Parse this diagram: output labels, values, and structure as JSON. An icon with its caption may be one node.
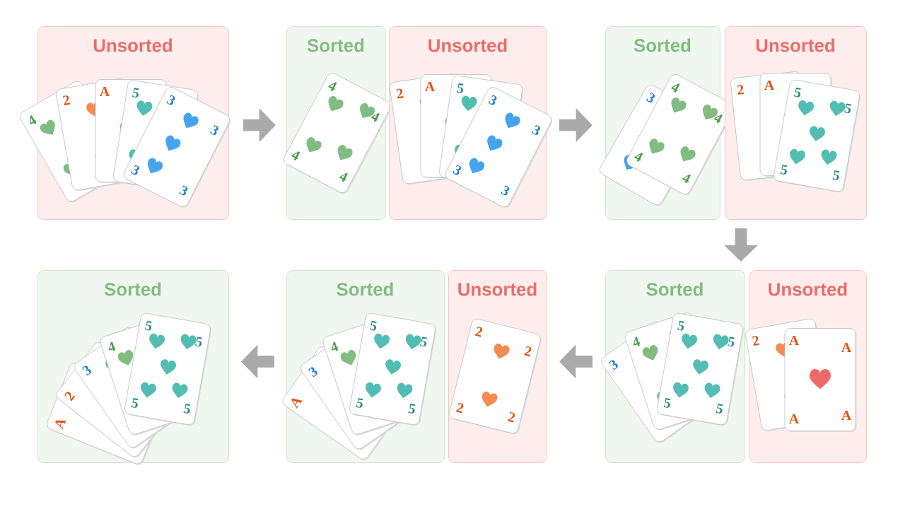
{
  "diagram": {
    "nodes": [
      {
        "text": [
          "Unsorted",
          "4",
          "2",
          "A",
          "5",
          "3",
          "3",
          "3",
          "3"
        ]
      },
      {
        "text": [
          "Sorted",
          "4",
          "4",
          "4",
          "4"
        ]
      },
      {
        "text": [
          "Unsorted",
          "2",
          "A",
          "5",
          "3",
          "3",
          "3",
          "3"
        ]
      },
      {
        "text": [
          "Sorted",
          "3",
          "4",
          "4",
          "4",
          "4"
        ]
      },
      {
        "text": [
          "Unsorted",
          "2",
          "A",
          "5",
          "5",
          "5",
          "5"
        ]
      },
      {
        "text": [
          "Sorted",
          "A",
          "2",
          "3",
          "4",
          "5",
          "5",
          "5",
          "5"
        ]
      },
      {
        "text": [
          "Sorted",
          "A",
          "3",
          "4",
          "5",
          "5",
          "5",
          "5"
        ]
      },
      {
        "text": [
          "Unsorted",
          "2",
          "2",
          "2",
          "2"
        ]
      },
      {
        "text": [
          "Sorted",
          "3",
          "4",
          "5",
          "5",
          "5",
          "5"
        ]
      },
      {
        "text": [
          "Unsorted",
          "2",
          "A",
          "A",
          "A",
          "A"
        ]
      }
    ],
    "edges": [
      {
        "from": 0,
        "to": 1,
        "arrow": "to"
      },
      {
        "from": 2,
        "to": 3,
        "arrow": "to"
      },
      {
        "from": 4,
        "to": 9,
        "arrow": "to"
      },
      {
        "from": 8,
        "to": 7,
        "arrow": "to"
      },
      {
        "from": 6,
        "to": 5,
        "arrow": "to"
      }
    ]
  }
}
